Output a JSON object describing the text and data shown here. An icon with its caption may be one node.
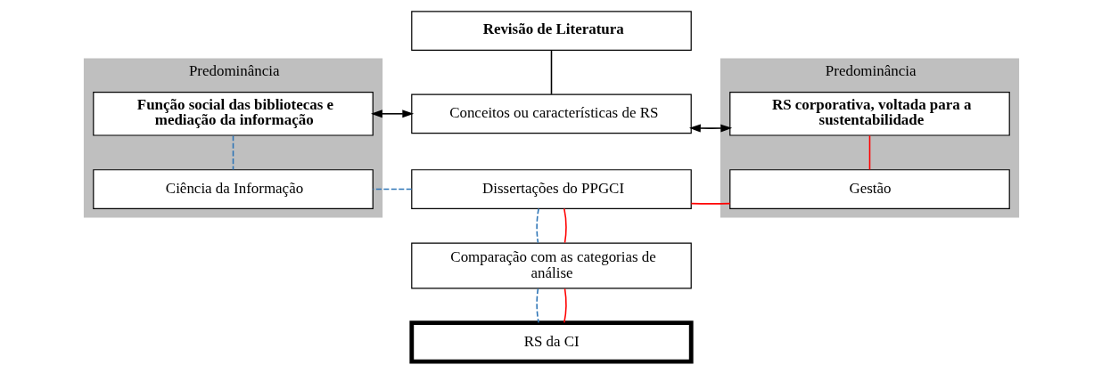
{
  "diagram": {
    "nodes": [
      {
        "text": [
          "Predominância"
        ]
      },
      {
        "text": [
          "Função social das bibliotecas e mediação da informação"
        ],
        "in": 0
      },
      {
        "text": [
          "Ciência da Informação"
        ],
        "in": 0
      },
      {
        "text": [
          "Revisão de Literatura"
        ]
      },
      {
        "text": [
          "Conceitos ou características de RS"
        ]
      },
      {
        "text": [
          "Predominância"
        ]
      },
      {
        "text": [
          "RS corporativa, voltada para a sustentabilidade"
        ],
        "in": 5
      },
      {
        "text": [
          "Gestão"
        ],
        "in": 5
      },
      {
        "text": [
          "Dissertações do PPGCI"
        ]
      },
      {
        "text": [
          "Comparação com as categorias de análise"
        ]
      },
      {
        "text": [
          "RS da CI"
        ]
      }
    ],
    "edges": [
      {
        "from": 3,
        "to": 4,
        "arrow": "none",
        "color": "#000000"
      },
      {
        "from": 4,
        "to": 1,
        "arrow": "both",
        "color": "#000000"
      },
      {
        "from": 4,
        "to": 6,
        "arrow": "both",
        "color": "#000000"
      },
      {
        "from": 1,
        "to": 2,
        "arrow": "none",
        "style": "dashed",
        "color": "#2e75b6"
      },
      {
        "from": 6,
        "to": 7,
        "arrow": "none",
        "color": "#ff0000"
      },
      {
        "from": 8,
        "to": 2,
        "arrow": "none",
        "style": "dashed",
        "color": "#2e75b6"
      },
      {
        "from": 8,
        "to": 7,
        "arrow": "none",
        "color": "#ff0000"
      },
      {
        "from": 8,
        "to": 9,
        "arrow": "none",
        "style": "dashed",
        "color": "#2e75b6"
      },
      {
        "from": 8,
        "to": 9,
        "arrow": "none",
        "color": "#ff0000"
      },
      {
        "from": 9,
        "to": 10,
        "arrow": "none",
        "style": "dashed",
        "color": "#2e75b6"
      },
      {
        "from": 9,
        "to": 10,
        "arrow": "none",
        "color": "#ff0000"
      }
    ]
  }
}
